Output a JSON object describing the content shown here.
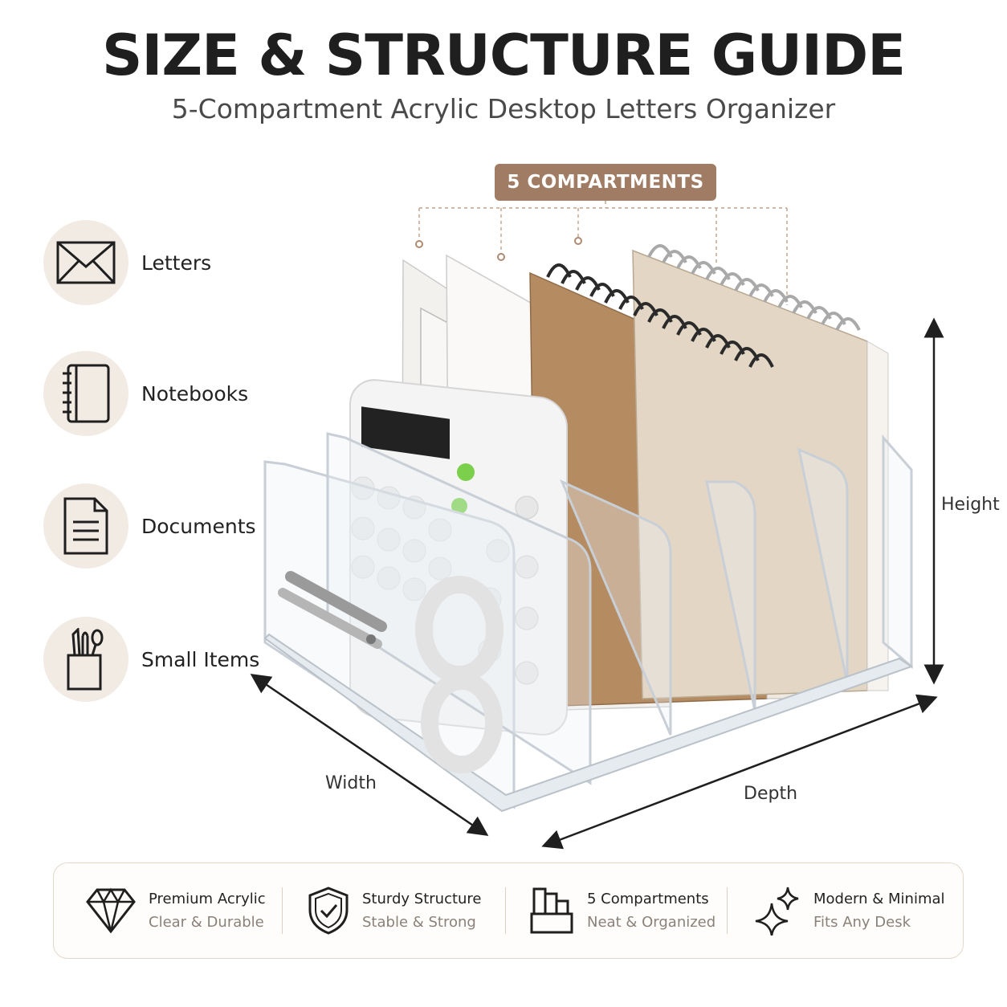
{
  "header": {
    "title": "SIZE & STRUCTURE GUIDE",
    "subtitle": "5-Compartment Acrylic Desktop Letters Organizer"
  },
  "badge": {
    "label": "5 COMPARTMENTS"
  },
  "uses": [
    {
      "label": "Letters",
      "icon": "envelope-icon"
    },
    {
      "label": "Notebooks",
      "icon": "notebook-icon"
    },
    {
      "label": "Documents",
      "icon": "document-icon"
    },
    {
      "label": "Small Items",
      "icon": "pencil-cup-icon"
    }
  ],
  "dimensions": {
    "height": "Height",
    "width": "Width",
    "depth": "Depth"
  },
  "features": [
    {
      "title": "Premium Acrylic",
      "subtitle": "Clear & Durable",
      "icon": "diamond-icon"
    },
    {
      "title": "Sturdy Structure",
      "subtitle": "Stable & Strong",
      "icon": "shield-check-icon"
    },
    {
      "title": "5 Compartments",
      "subtitle": "Neat & Organized",
      "icon": "compartments-icon"
    },
    {
      "title": "Modern & Minimal",
      "subtitle": "Fits Any Desk",
      "icon": "sparkle-icon"
    }
  ],
  "colors": {
    "accent": "#a07c64",
    "icon_bg": "#f1ebe4",
    "text": "#222222",
    "muted": "#8a8178"
  }
}
